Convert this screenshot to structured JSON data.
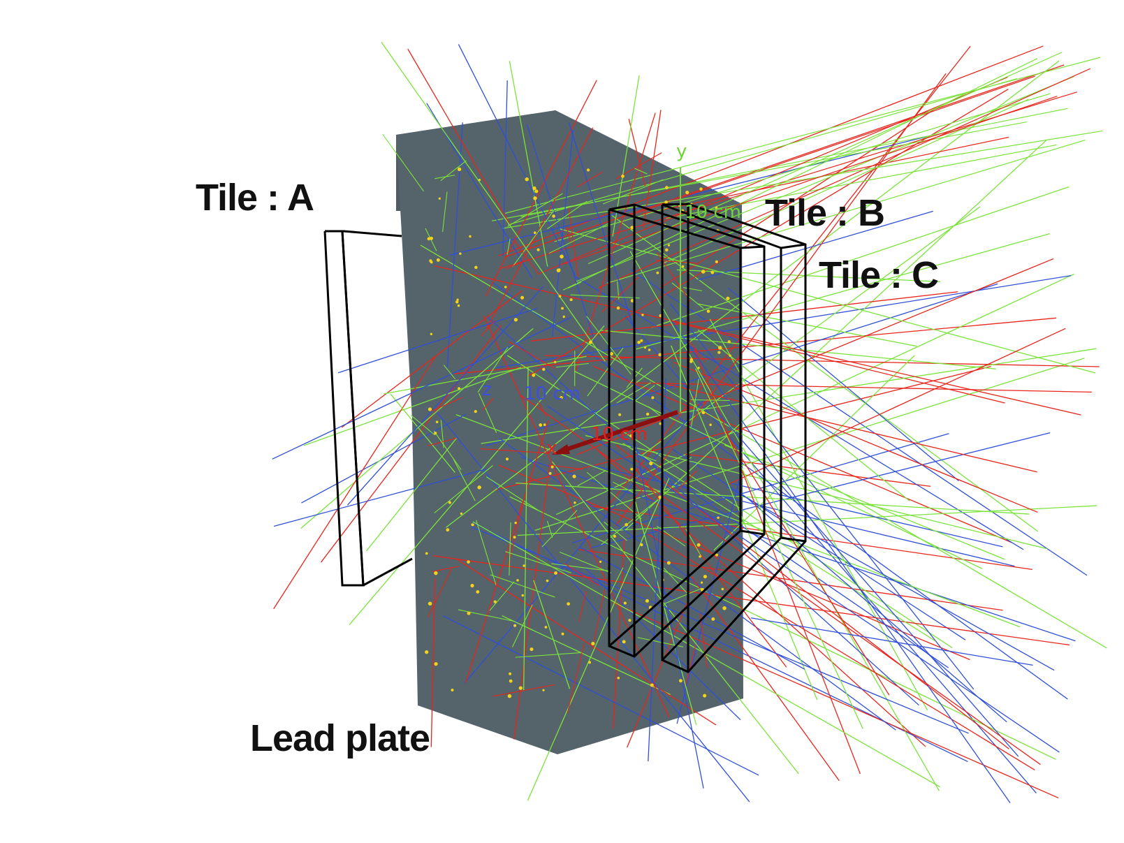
{
  "labels": {
    "tile_a": "Tile : A",
    "tile_b": "Tile : B",
    "tile_c": "Tile : C",
    "lead_plate": "Lead plate"
  },
  "axes": {
    "y": {
      "name": "y",
      "scale_text": "10 cm"
    },
    "z": {
      "name": "z",
      "scale_text": "10 cm"
    },
    "x": {
      "name": "x",
      "scale_text": "10 cm"
    }
  },
  "colors": {
    "background": "#ffffff",
    "lead_plate_front": "#55646a",
    "lead_plate_top": "#4f5d63",
    "tile_outline": "#000000",
    "track_red": "#e8241b",
    "track_green": "#7be43a",
    "track_blue": "#2f4fd8",
    "hit_yellow": "#f2d21a",
    "axis_y": "#6ed43a",
    "axis_z": "#3d4fe0",
    "axis_x": "#e52020",
    "axis_x_arrow": "#8b0f0f",
    "label_text": "#111111"
  }
}
